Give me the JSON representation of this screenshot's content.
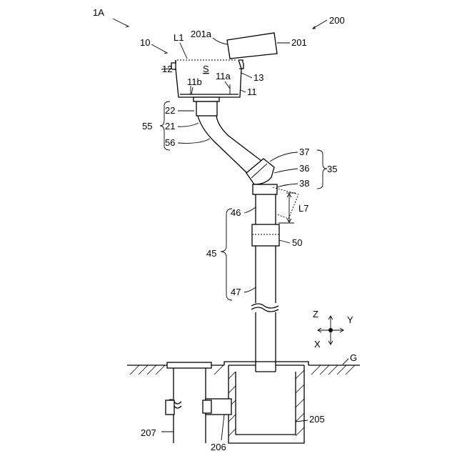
{
  "labels": {
    "fig_id": "1A",
    "system": "200",
    "eaves_gutter": "201",
    "gutter_end": "201a",
    "receiver": "10",
    "level_line": "L1",
    "rim": "12",
    "space": "S",
    "outlet_side": "11a",
    "flange": "13",
    "outlet_bottom": "11b",
    "body": "11",
    "joint_socket": "22",
    "pipe_body": "21",
    "bend_pipe": "56",
    "upper_assembly": "55",
    "elbow_socket": "37",
    "elbow": "36",
    "elbow_group": "35",
    "spigot": "38",
    "offset": "L7",
    "upper_pipe": "46",
    "coupling": "50",
    "downpipe": "45",
    "lower_pipe": "47",
    "ground": "G",
    "drain_pit": "205",
    "branch_pipe": "206",
    "sewer_pipe": "207"
  },
  "axes": {
    "z": "Z",
    "y": "Y",
    "x": "X"
  }
}
